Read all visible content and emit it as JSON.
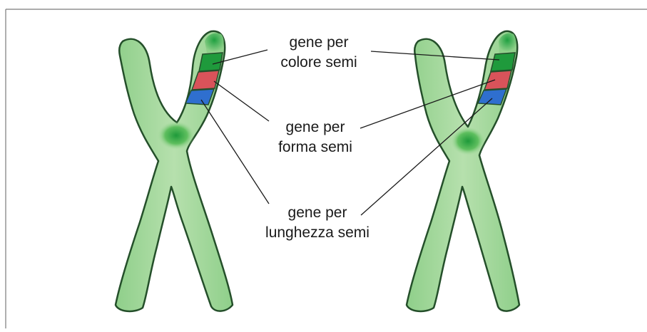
{
  "colors": {
    "chromosome_fill_light": "#9fd49a",
    "chromosome_fill_dark": "#1e9a3a",
    "chromosome_outline": "#244f2a",
    "gene_color_band": "#1f9a3c",
    "gene_shape_band": "#d9535a",
    "gene_length_band": "#2f6fcf",
    "leader_line": "#1a1a1a",
    "frame_line": "#7a7a7a"
  },
  "labels": {
    "seed_color_gene": [
      "gene per",
      "colore semi"
    ],
    "seed_shape_gene": [
      "gene per",
      "forma semi"
    ],
    "seed_length_gene": [
      "gene per",
      "lunghezza semi"
    ]
  }
}
